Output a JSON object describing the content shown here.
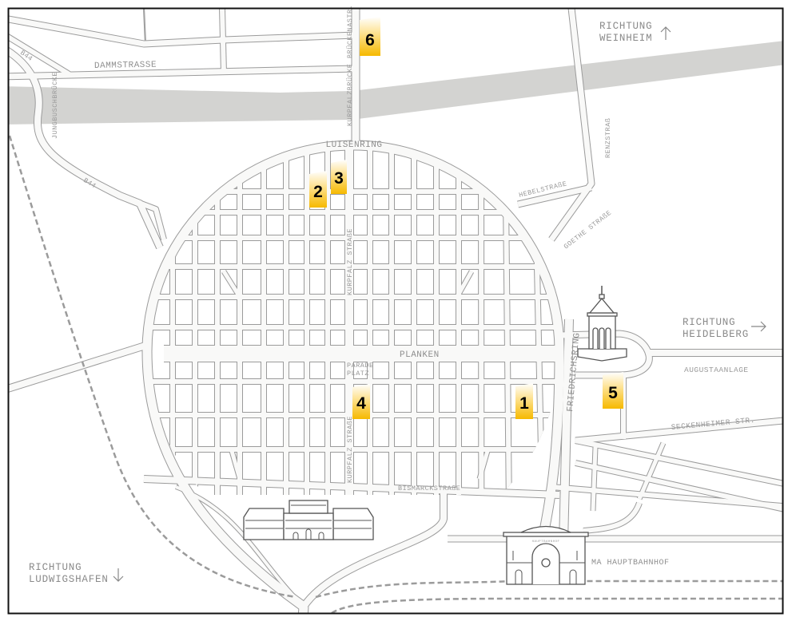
{
  "map": {
    "streets": {
      "dammstrasse": "DAMMSTRASSE",
      "b44_top": "B44",
      "b44_mid": "B44",
      "jungbuschbruecke": "JUNGBUSCHBRÜCKE",
      "brueckenstr": "BRÜCKENASTR.",
      "kurpfalzbruecke": "KURPFALZBRÜCKE",
      "luisenring": "LUISENRING",
      "hebelstrasse": "HEBELSTRAßE",
      "renzstrasse": "RENZSTRAß",
      "goethestrasse": "GOETHE STRAßE",
      "kurpfalzstrasse_north": "KURPFALZ STRAßE",
      "kurpfalzstrasse_south": "KURPFALZ STRAßE",
      "planken": "PLANKEN",
      "paradeplatz_1": "PARADE",
      "paradeplatz_2": "PLATZ",
      "friedrichsring": "FRIEDRICHSRING",
      "augustaanlage": "AUGUSTAANLAGE",
      "seckenheimer": "SECKENHEIMER STR.",
      "bismarckstrasse": "BISMARCKSTRAßE"
    },
    "directions": {
      "weinheim": [
        "RICHTUNG",
        "WEINHEIM"
      ],
      "heidelberg": [
        "RICHTUNG",
        "HEIDELBERG"
      ],
      "ludwigshafen": [
        "RICHTUNG",
        "LUDWIGSHAFEN"
      ]
    },
    "landmarks": {
      "hauptbahnhof": "MA HAUPTBAHNHOF",
      "station_sign": "HAUPTBAHNHOF"
    },
    "markers": [
      {
        "id": "1",
        "label": "1"
      },
      {
        "id": "2",
        "label": "2"
      },
      {
        "id": "3",
        "label": "3"
      },
      {
        "id": "4",
        "label": "4"
      },
      {
        "id": "5",
        "label": "5"
      },
      {
        "id": "6",
        "label": "6"
      }
    ],
    "colors": {
      "marker": "#f6b900",
      "road_outline": "#9b9b9b",
      "road_fill": "#f9f9f8",
      "river": "#d3d3d1",
      "frame": "#111111"
    }
  }
}
